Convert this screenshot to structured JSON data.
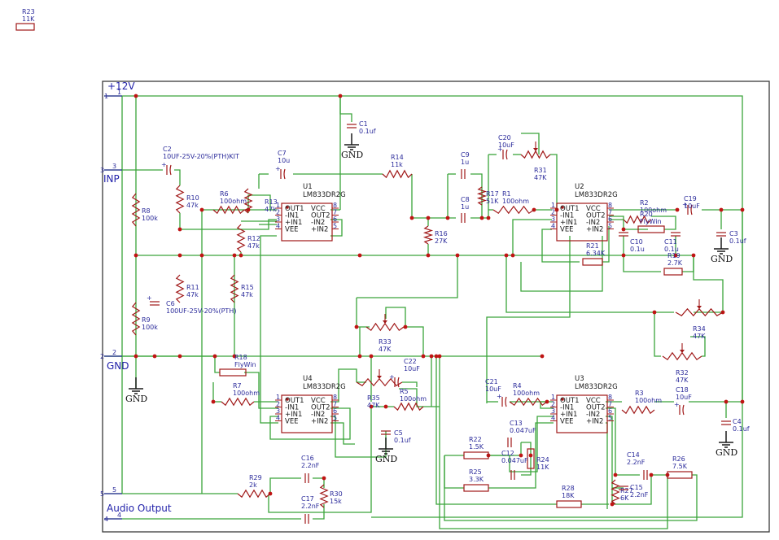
{
  "ports": [
    {
      "name": "+12V",
      "pin": "1",
      "net": "1"
    },
    {
      "name": "INP",
      "pin": "3",
      "net": "3"
    },
    {
      "name": "GND",
      "pin": "2",
      "net": "2"
    },
    {
      "name": "Audio Output",
      "pin": "5",
      "net": "5"
    },
    {
      "name": "",
      "pin": "4",
      "net": "4"
    }
  ],
  "ics": [
    {
      "ref": "U1",
      "part": "LM833DR2G",
      "left_pins": [
        "OUT1",
        "-IN1",
        "+IN1",
        "VEE"
      ],
      "right_pins": [
        "VCC",
        "OUT2",
        "-IN2",
        "+IN2"
      ],
      "left_nums": [
        "1",
        "2",
        "3",
        "4"
      ],
      "right_nums": [
        "8",
        "7",
        "6",
        "5"
      ]
    },
    {
      "ref": "U2",
      "part": "LM833DR2G",
      "left_pins": [
        "OUT1",
        "-IN1",
        "+IN1",
        "VEE"
      ],
      "right_pins": [
        "VCC",
        "OUT2",
        "-IN2",
        "+IN2"
      ],
      "left_nums": [
        "1",
        "2",
        "3",
        "4"
      ],
      "right_nums": [
        "8",
        "7",
        "6",
        "5"
      ]
    },
    {
      "ref": "U3",
      "part": "LM833DR2G",
      "left_pins": [
        "OUT1",
        "-IN1",
        "+IN1",
        "VEE"
      ],
      "right_pins": [
        "VCC",
        "OUT2",
        "-IN2",
        "+IN2"
      ],
      "left_nums": [
        "1",
        "2",
        "3",
        "4"
      ],
      "right_nums": [
        "8",
        "7",
        "6",
        "5"
      ]
    },
    {
      "ref": "U4",
      "part": "LM833DR2G",
      "left_pins": [
        "OUT1",
        "-IN1",
        "+IN1",
        "VEE"
      ],
      "right_pins": [
        "VCC",
        "OUT2",
        "-IN2",
        "+IN2"
      ],
      "left_nums": [
        "1",
        "2",
        "3",
        "4"
      ],
      "right_nums": [
        "8",
        "7",
        "6",
        "5"
      ]
    }
  ],
  "components": [
    {
      "ref": "R23",
      "value": "11K"
    },
    {
      "ref": "R8",
      "value": "100k"
    },
    {
      "ref": "R9",
      "value": "100k"
    },
    {
      "ref": "R10",
      "value": "47k"
    },
    {
      "ref": "R11",
      "value": "47k"
    },
    {
      "ref": "R6",
      "value": "100ohm"
    },
    {
      "ref": "R13",
      "value": "47k"
    },
    {
      "ref": "R12",
      "value": "47k"
    },
    {
      "ref": "R15",
      "value": "47k"
    },
    {
      "ref": "R14",
      "value": "11k"
    },
    {
      "ref": "R16",
      "value": "27K"
    },
    {
      "ref": "R17",
      "value": "51K"
    },
    {
      "ref": "R1",
      "value": "100ohm"
    },
    {
      "ref": "R31",
      "value": "47K"
    },
    {
      "ref": "R2",
      "value": "100ohm"
    },
    {
      "ref": "R20",
      "value": "FlyWin"
    },
    {
      "ref": "R21",
      "value": "6.34K"
    },
    {
      "ref": "R19",
      "value": "2.7K"
    },
    {
      "ref": "R34",
      "value": "47K"
    },
    {
      "ref": "R32",
      "value": "47K"
    },
    {
      "ref": "R33",
      "value": "47K"
    },
    {
      "ref": "R18",
      "value": "FlyWin"
    },
    {
      "ref": "R7",
      "value": "100ohm"
    },
    {
      "ref": "R35",
      "value": "47K"
    },
    {
      "ref": "R5",
      "value": "100ohm"
    },
    {
      "ref": "R4",
      "value": "100ohm"
    },
    {
      "ref": "R3",
      "value": "100ohm"
    },
    {
      "ref": "R22",
      "value": "1.5K"
    },
    {
      "ref": "R25",
      "value": "3.3K"
    },
    {
      "ref": "R24",
      "value": "11K"
    },
    {
      "ref": "R28",
      "value": "18K"
    },
    {
      "ref": "R29",
      "value": "2k"
    },
    {
      "ref": "R30",
      "value": "15k"
    },
    {
      "ref": "R26",
      "value": "7.5K"
    },
    {
      "ref": "R27",
      "value": "6K"
    },
    {
      "ref": "C1",
      "value": "0.1uf"
    },
    {
      "ref": "C2",
      "value": "10UF-25V-20%(PTH)KIT"
    },
    {
      "ref": "C6",
      "value": "100UF-25V-20%(PTH)"
    },
    {
      "ref": "C7",
      "value": "10u"
    },
    {
      "ref": "C9",
      "value": "1u"
    },
    {
      "ref": "C8",
      "value": "1u"
    },
    {
      "ref": "C20",
      "value": "10uF"
    },
    {
      "ref": "C19",
      "value": "10uF"
    },
    {
      "ref": "C3",
      "value": "0.1uf"
    },
    {
      "ref": "C10",
      "value": "0.1u"
    },
    {
      "ref": "C11",
      "value": "0.1u"
    },
    {
      "ref": "C22",
      "value": "10uF"
    },
    {
      "ref": "C5",
      "value": "0.1uf"
    },
    {
      "ref": "C21",
      "value": "10uF"
    },
    {
      "ref": "C13",
      "value": "0.047uF"
    },
    {
      "ref": "C12",
      "value": "0.047uF"
    },
    {
      "ref": "C18",
      "value": "10uF"
    },
    {
      "ref": "C4",
      "value": "0.1uf"
    },
    {
      "ref": "C14",
      "value": "2.2nF"
    },
    {
      "ref": "C15",
      "value": "2.2nF"
    },
    {
      "ref": "C16",
      "value": "2.2nF"
    },
    {
      "ref": "C17",
      "value": "2.2nF"
    }
  ],
  "ground_label": "GND",
  "colors": {
    "wire": "#3aa53a",
    "part": "#a01818",
    "label": "#2b2b9b",
    "junction": "#c01414",
    "frame": "#3a3a3a"
  }
}
